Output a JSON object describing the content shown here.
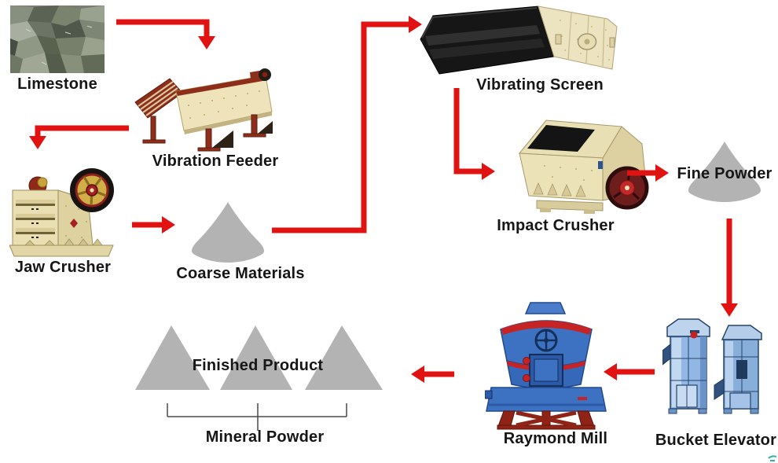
{
  "colors": {
    "background": "#ffffff",
    "arrow_red": "#e01212",
    "pile_gray": "#b3b3b3",
    "label_black": "#161616",
    "machine_cream": "#ece2b8",
    "machine_maroon": "#8e2e1a",
    "machine_blue": "#3d72c2",
    "elevator_blue": "#93b7e4"
  },
  "nodes": {
    "limestone": {
      "label": "Limestone"
    },
    "vibration_feeder": {
      "label": "Vibration Feeder"
    },
    "jaw_crusher": {
      "label": "Jaw Crusher"
    },
    "coarse_materials": {
      "label": "Coarse Materials"
    },
    "vibrating_screen": {
      "label": "Vibrating Screen"
    },
    "impact_crusher": {
      "label": "Impact Crusher"
    },
    "fine_powder": {
      "label": "Fine Powder"
    },
    "bucket_elevator": {
      "label": "Bucket Elevator"
    },
    "raymond_mill": {
      "label": "Raymond Mill"
    },
    "finished_product": {
      "label": "Finished Product"
    },
    "mineral_powder": {
      "label": "Mineral Powder"
    }
  },
  "flow_sequence": [
    "limestone",
    "vibration_feeder",
    "jaw_crusher",
    "coarse_materials",
    "vibrating_screen",
    "impact_crusher",
    "fine_powder",
    "bucket_elevator",
    "raymond_mill",
    "finished_product",
    "mineral_powder"
  ]
}
